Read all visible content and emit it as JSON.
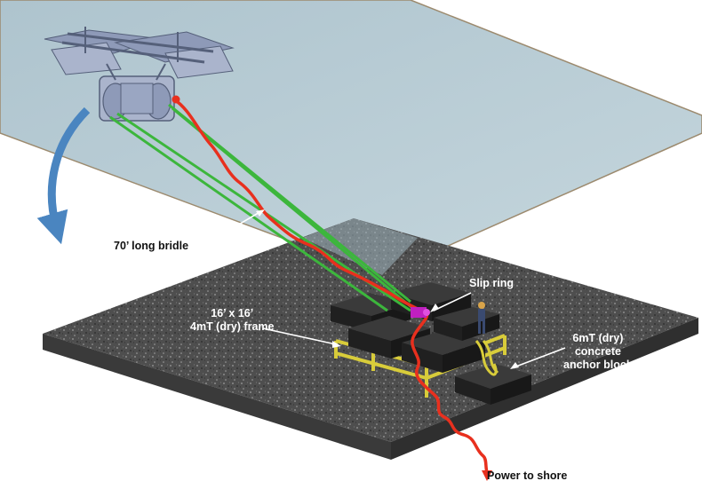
{
  "labels": {
    "bridle": "70’ long bridle",
    "slip_ring": "Slip ring",
    "frame_line1": "16’ x 16’",
    "frame_line2": "4mT (dry) frame",
    "anchor_line1": "6mT (dry)",
    "anchor_line2": "concrete",
    "anchor_line3": "anchor block",
    "power": "Power to shore"
  },
  "colors": {
    "water": "#b9cdd6",
    "seabed": "#4e4e4e",
    "bridle": "#3cb63c",
    "cable": "#e8301e",
    "frame": "#d8cc3a",
    "block": "#202020",
    "slip_ring": "#c020c0",
    "arrow": "#4a85c0",
    "turbine": "#9aa6c2"
  }
}
